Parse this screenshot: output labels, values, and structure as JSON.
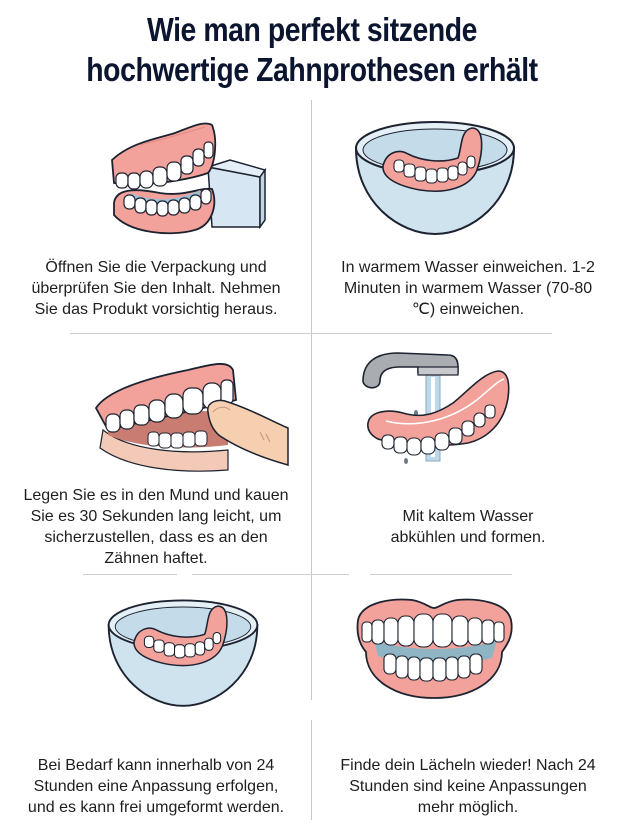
{
  "title": {
    "line1": "Wie man perfekt sitzende",
    "line2": "hochwertige Zahnprothesen erhält"
  },
  "colors": {
    "title": "#0c1530",
    "gum": "#f2a29a",
    "gum_dark": "#e88d85",
    "tooth": "#ffffff",
    "water": "#cfe3ef",
    "box": "#d6e6f2",
    "outline": "#1d2230",
    "faucet": "#a9acb1",
    "skin": "#f5cfb0",
    "divider": "#cfcfcf"
  },
  "steps": [
    {
      "illustration": "denture-with-box-icon",
      "lines": [
        "Öffnen Sie die Verpackung und",
        "überprüfen Sie den Inhalt. Nehmen",
        "Sie das Produkt vorsichtig heraus."
      ]
    },
    {
      "illustration": "denture-in-water-bowl-icon",
      "lines": [
        "In warmem Wasser einweichen. 1-2",
        "Minuten in warmem Wasser (70-80",
        "℃) einweichen."
      ]
    },
    {
      "illustration": "finger-pressing-denture-icon",
      "lines": [
        "Legen Sie es in den Mund und kauen",
        "Sie es 30 Sekunden lang leicht, um",
        "sicherzustellen, dass es an den",
        "Zähnen haftet."
      ]
    },
    {
      "illustration": "denture-under-faucet-icon",
      "lines": [
        "Mit kaltem Wasser",
        "abkühlen und formen."
      ]
    },
    {
      "illustration": "denture-in-water-bowl-icon",
      "lines": [
        "Bei Bedarf kann innerhalb von 24",
        "Stunden eine Anpassung erfolgen,",
        "und es kann frei umgeformt werden."
      ]
    },
    {
      "illustration": "smiling-denture-icon",
      "lines": [
        "Finde dein Lächeln wieder! Nach 24",
        "Stunden sind keine Anpassungen",
        "mehr möglich."
      ]
    }
  ]
}
